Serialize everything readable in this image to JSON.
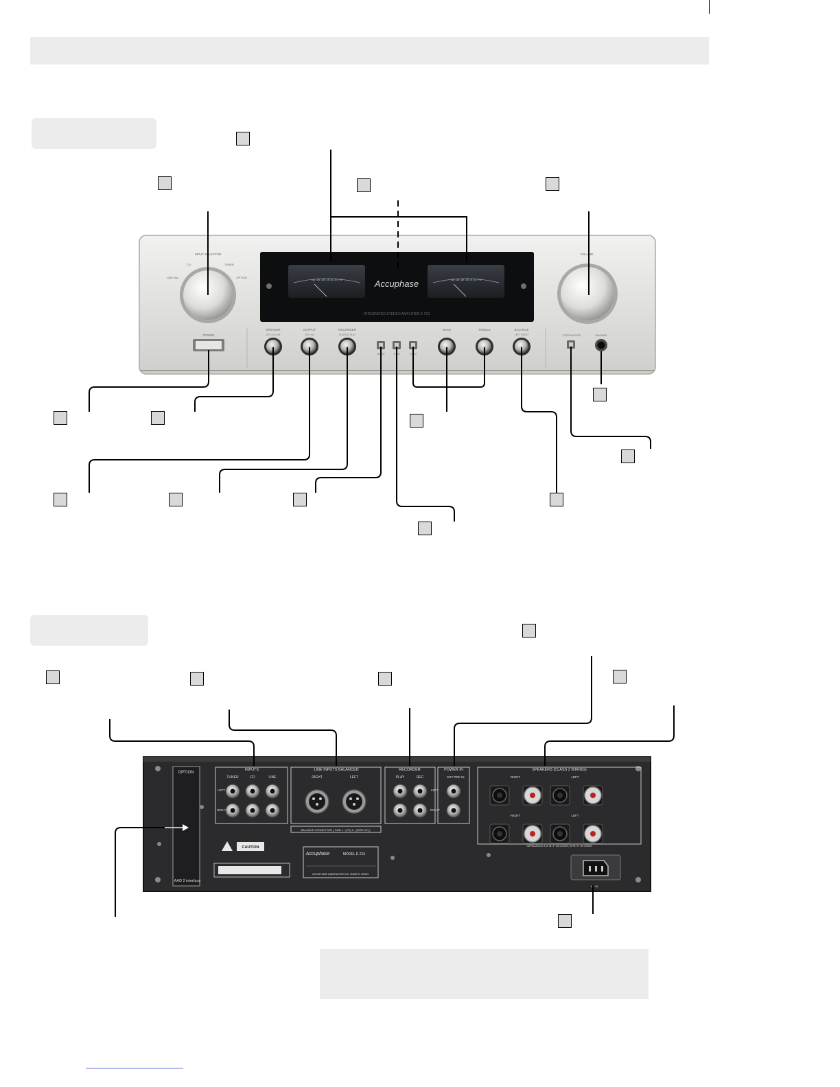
{
  "front": {
    "brand": "Accuphase",
    "model_text": "INTEGRATED STEREO AMPLIFIER E-213",
    "input_selector": {
      "title": "INPUT SELECTOR",
      "pos": [
        "CD",
        "TUNER",
        "LINE BAL",
        "OPTION"
      ]
    },
    "volume_label": "VOLUME",
    "power_label": "POWER",
    "meter_scale": "-40  -30  -20  -10  -5  -3  0  +3",
    "knobs": [
      {
        "label": "SPEAKER",
        "sub": "OFF  A  B  A+B"
      },
      {
        "label": "OUTPUT",
        "sub": "OFF  ON"
      },
      {
        "label": "RECORDER",
        "sub": "SOURCE  PLAY"
      },
      {
        "label": "BASS",
        "sub": ""
      },
      {
        "label": "TREBLE",
        "sub": ""
      },
      {
        "label": "BALANCE",
        "sub": "LEFT  RIGHT"
      }
    ],
    "small_buttons": [
      {
        "label": "MONO"
      },
      {
        "label": "TONE"
      },
      {
        "label": "LOUD"
      }
    ],
    "attenuator_label": "ATTENUATOR",
    "phones_label": "PHONES"
  },
  "rear": {
    "option_label": "OPTION",
    "option_interface": "AAD 2 interface",
    "inputs_title": "INPUTS",
    "inputs_cols": [
      "TUNER",
      "CD",
      "LINE"
    ],
    "left_label": "LEFT",
    "right_label": "RIGHT",
    "bal_title": "LINE INPUTS BALANCED",
    "bal_cols": [
      "RIGHT",
      "LEFT"
    ],
    "bal_connector": "BALANCE CONNECTOR ( GND 1 - (HV) 2 - (NOR-HV) )",
    "recorder_title": "RECORDER",
    "recorder_cols": [
      "PLAY",
      "REC"
    ],
    "power_in_title": "POWER IN",
    "power_in_sub": "EXT PRE IN",
    "speakers_title": "SPEAKERS (CLASS 2 WIRING)",
    "speaker_right": "RIGHT",
    "speaker_left": "LEFT",
    "impedance": "IMPEDANCE  A or B: 4~16 OHMS / A+B: 8~16 OHMS",
    "caution": "CAUTION",
    "model_plate_brand": "Accuphase",
    "model_plate_model": "MODEL E-213",
    "model_plate_footer": "ACCUPHASE LABORATORY INC.  MADE IN JAPAN",
    "ac_in": "AC IN"
  }
}
